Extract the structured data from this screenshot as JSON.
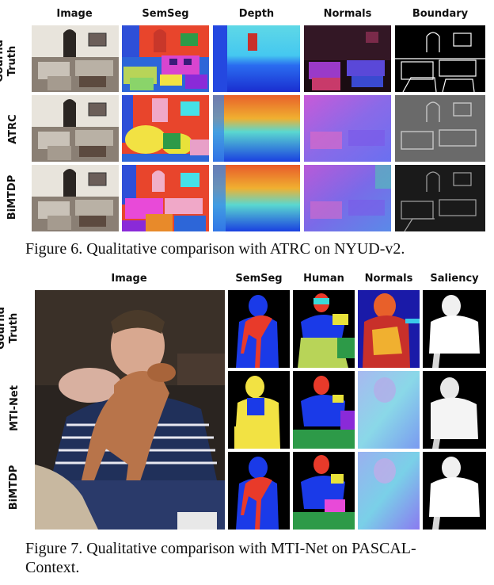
{
  "figure6": {
    "column_headers": [
      "Image",
      "SemSeg",
      "Depth",
      "Normals",
      "Boundary"
    ],
    "row_labels": [
      [
        "Gournd",
        "Truth"
      ],
      [
        "ATRC"
      ],
      [
        "BiMTDP"
      ]
    ],
    "caption": "Figure 6. Qualitative comparison with ATRC on NYUD-v2."
  },
  "figure7": {
    "column_headers": [
      "Image",
      "SemSeg",
      "Human",
      "Normals",
      "Saliency"
    ],
    "row_labels": [
      [
        "Gournd",
        "Truth"
      ],
      [
        "MTI-Net"
      ],
      [
        "BiMTDP"
      ]
    ],
    "caption_line1": "Figure 7.  Qualitative comparison with MTI-Net on PASCAL-",
    "caption_line2": "Context."
  }
}
